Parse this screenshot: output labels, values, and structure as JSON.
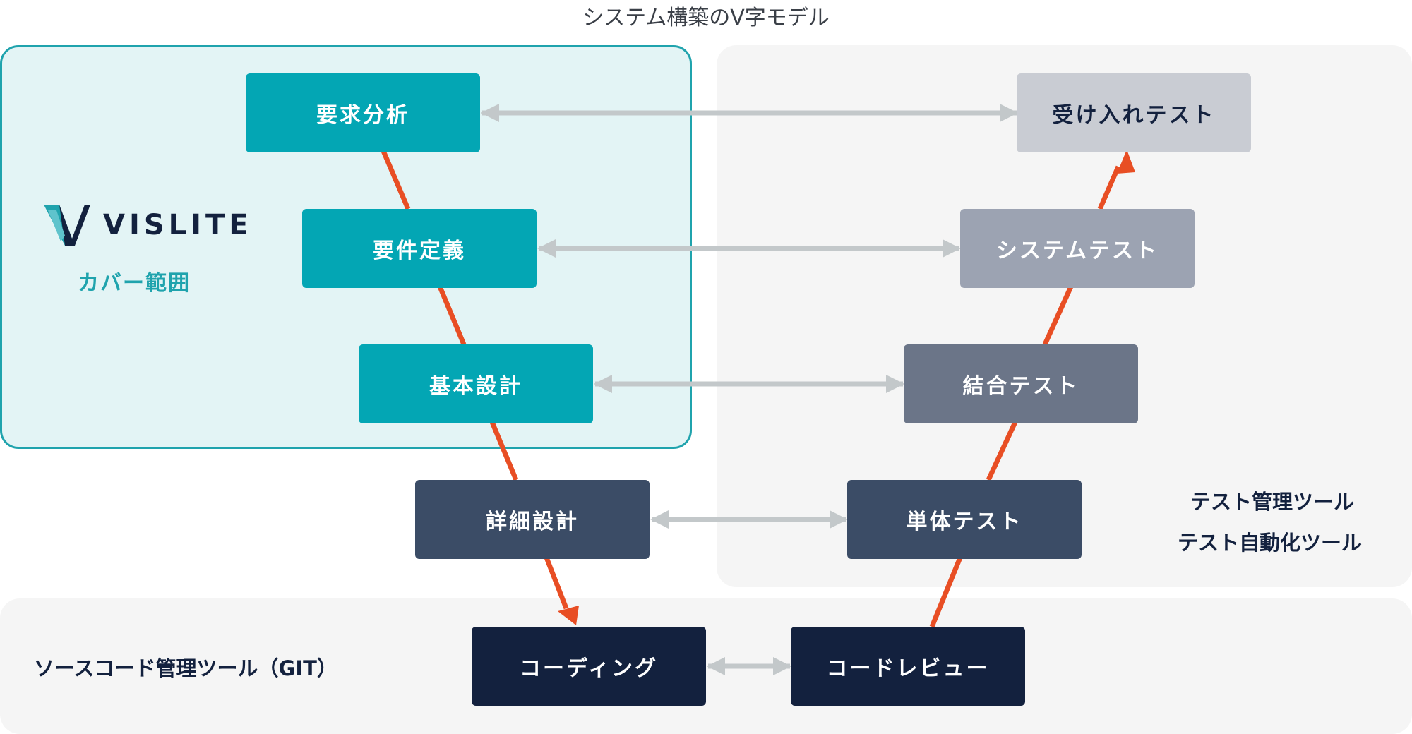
{
  "title": "システム構築のV字モデル",
  "brand": {
    "logo_text": "VISLITE",
    "cover_label": "カバー範囲"
  },
  "left_steps": [
    "要求分析",
    "要件定義",
    "基本設計",
    "詳細設計",
    "コーディング"
  ],
  "right_steps": [
    "受け入れテスト",
    "システムテスト",
    "結合テスト",
    "単体テスト",
    "コードレビュー"
  ],
  "test_tools": [
    "テスト管理ツール",
    "テスト自動化ツール"
  ],
  "git_tool": "ソースコード管理ツール（GIT）",
  "colors": {
    "teal": "#03a6b4",
    "navy": "#3b4c66",
    "dark_navy": "#13213e",
    "flow_arrow": "#e84e24",
    "pair_arrow": "#c3c8ca"
  }
}
